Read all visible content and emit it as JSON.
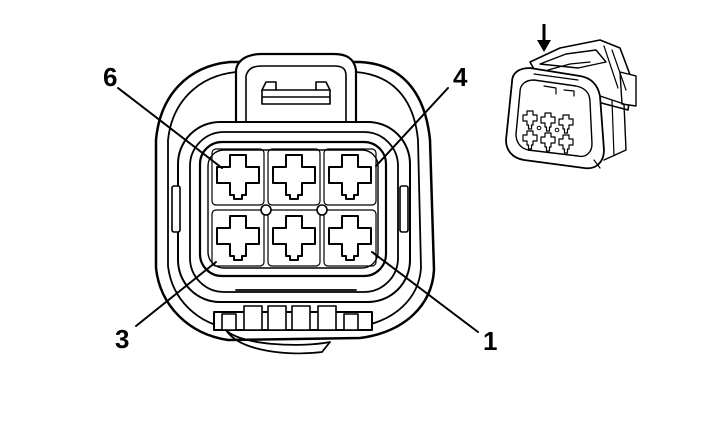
{
  "diagram": {
    "pin_labels": [
      {
        "id": "pin-6",
        "text": "6"
      },
      {
        "id": "pin-4",
        "text": "4"
      },
      {
        "id": "pin-3",
        "text": "3"
      },
      {
        "id": "pin-1",
        "text": "1"
      }
    ],
    "thumbnail": {
      "icon": "arrow-down-icon"
    },
    "colors": {
      "line": "#000000",
      "background": "#ffffff"
    }
  }
}
